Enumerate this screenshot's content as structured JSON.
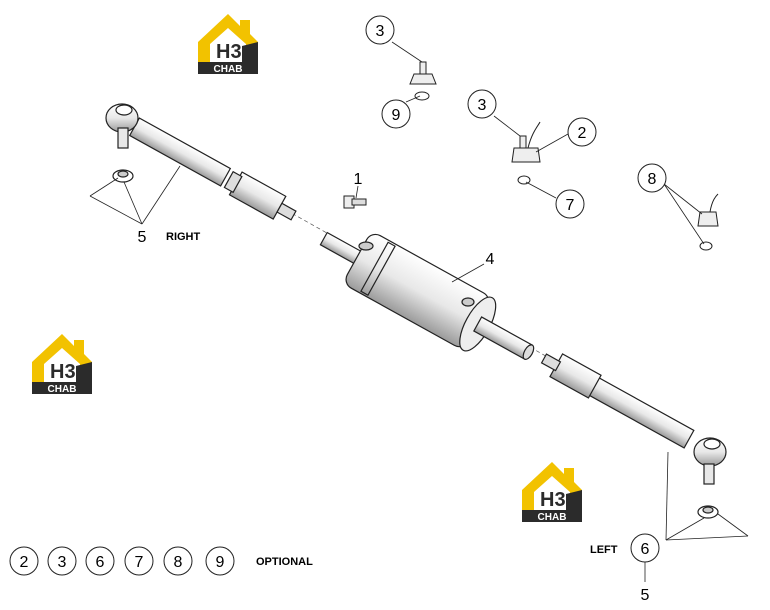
{
  "logo": {
    "mark": "H3",
    "word": "CHAB",
    "colors": {
      "yellow": "#f2c200",
      "dark": "#2b2b2b",
      "light": "#ffffff"
    }
  },
  "labels": {
    "right": "RIGHT",
    "left": "LEFT",
    "optional": "OPTIONAL"
  },
  "callouts": {
    "c1": "1",
    "c2": "2",
    "c3a": "3",
    "c3b": "3",
    "c4": "4",
    "c5a": "5",
    "c5b": "5",
    "c6": "6",
    "c7": "7",
    "c8": "8",
    "c9": "9"
  },
  "optional_parts": [
    "2",
    "3",
    "6",
    "7",
    "8",
    "9"
  ]
}
